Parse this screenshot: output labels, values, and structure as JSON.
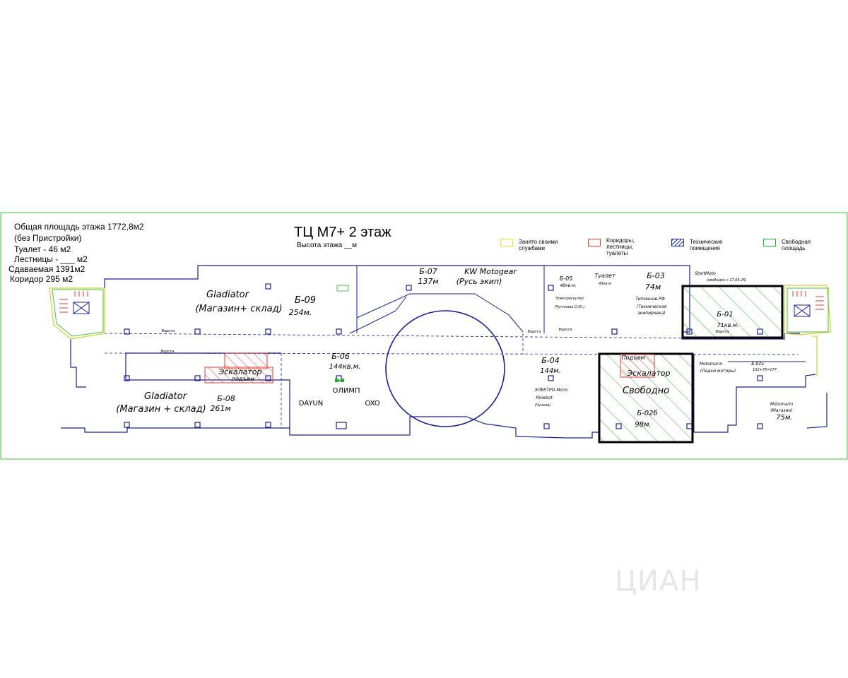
{
  "title": "ТЦ М7+ 2 этаж",
  "height_label": "Высота этажа __м",
  "summary": {
    "total": "Общая площадь этажа 1772,8м2",
    "annex": "(без Пристройки)",
    "toilet": "Туалет - 46 м2",
    "stairs": "Лестницы - ___ м2",
    "rentable": "Сдаваемая 1391м2",
    "corridor": "Коридор 295 м2"
  },
  "legend": [
    {
      "label": "Занято своими службами",
      "color": "#e8e23c",
      "pattern": "outline"
    },
    {
      "label": "Коридоры, лестницы, туалеты",
      "color": "#e53935",
      "pattern": "outline"
    },
    {
      "label": "Технические помещения",
      "color": "#1f2fbf",
      "pattern": "hatch"
    },
    {
      "label": "Свободная площадь",
      "color": "#22b322",
      "pattern": "outline"
    }
  ],
  "units": {
    "b09": {
      "name": "Gladiator",
      "desc": "(Магазин+ склад)",
      "code": "Б-09",
      "area": "254м."
    },
    "b07": {
      "code": "Б-07",
      "area": "137м",
      "name": "KW Motogear",
      "desc": "(Русь экип)"
    },
    "b05": {
      "code": "Б-05",
      "area": "48кв.м.",
      "tenant": "Электроскутер",
      "desc": "(Чунчкова О.Ю.)"
    },
    "toilet": {
      "name": "Туалет",
      "area": "43кв.м"
    },
    "b03": {
      "code": "Б-03",
      "area": "74м",
      "tenant": "Типманов.РФ",
      "desc": "(Техническая экипировка)"
    },
    "b01": {
      "name": "StartMoto",
      "note": "(свободен с 17.04.25)",
      "code": "Б-01",
      "area": "71кв.м."
    },
    "b06": {
      "code": "Б-06",
      "area": "144кв.м.",
      "tenant1": "ОЛИМП",
      "tenant2": "DAYUN",
      "tenant3": "OXO"
    },
    "b08": {
      "name": "Gladiator",
      "desc": "(Магазин + склад)",
      "code": "Б-08",
      "area": "261м"
    },
    "b04": {
      "code": "Б-04",
      "area": "144м.",
      "tenant": "ЭЛЕКТРО-Мото",
      "brand": "Rinebot",
      "desc": "(Чунков)"
    },
    "b02b": {
      "status": "Свободно",
      "code": "Б-02б",
      "area": "98м."
    },
    "b02a": {
      "name": "Motomarin",
      "desc": "(Лодки моторы)",
      "code": "Б-02а",
      "calc": "102+75=177"
    },
    "motomarin": {
      "name": "Motomarin",
      "desc": "(Магазин)",
      "area": "75м."
    }
  },
  "escalator_left": {
    "label": "Эскалатор",
    "sub": "подъем"
  },
  "escalator_right": {
    "label": "Эскалатор",
    "sub": "Подъем"
  },
  "gate_label": "Ворота",
  "watermark": "ЦИАН"
}
